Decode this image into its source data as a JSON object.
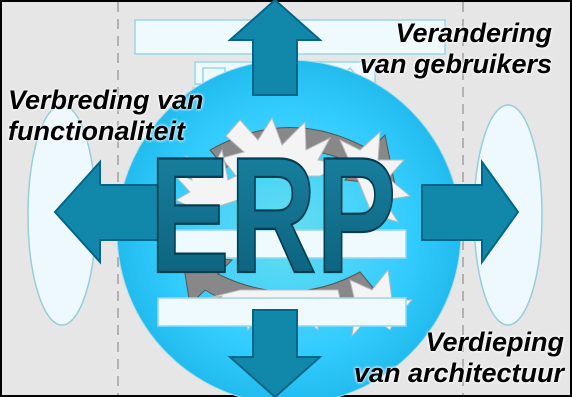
{
  "center_label": "ERP",
  "labels": {
    "top_right": [
      "Verandering",
      "van gebruikers"
    ],
    "left": [
      "Verbreding van",
      "functionaliteit"
    ],
    "bottom_right": [
      "Verdieping",
      "van architectuur"
    ]
  },
  "colors": {
    "background": "#e6e6e6",
    "border": "#000000",
    "sphere_light": "#66ddee",
    "sphere_mid": "#33ccff",
    "sphere_dark": "#0099bb",
    "band_fill": "#eefaff",
    "band_stroke": "#99d6e8",
    "arrow_fill": "#1188aa",
    "arrow_dark": "#006688",
    "erp_fill": "#0f7391",
    "ellipse_fill": "#eef8ff",
    "dashed_line": "#a0a0a0"
  }
}
